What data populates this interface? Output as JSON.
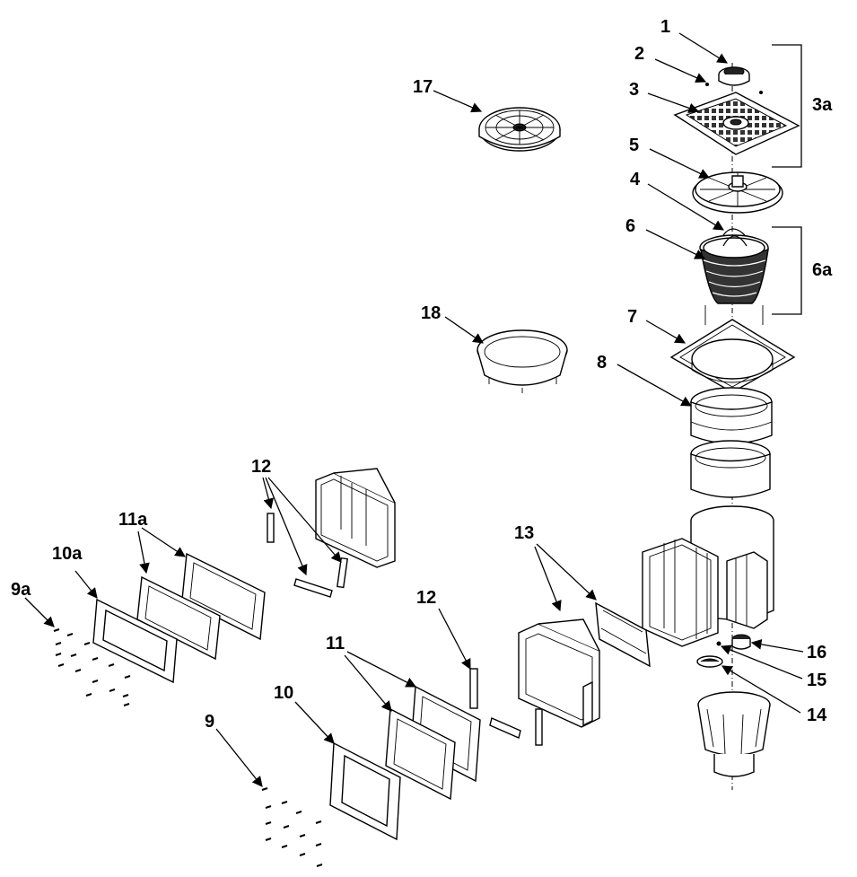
{
  "callouts": {
    "c1": "1",
    "c2": "2",
    "c3": "3",
    "c3a": "3a",
    "c4": "4",
    "c5": "5",
    "c6": "6",
    "c6a": "6a",
    "c7": "7",
    "c8": "8",
    "c9": "9",
    "c9a": "9a",
    "c10": "10",
    "c10a": "10a",
    "c11": "11",
    "c11a": "11a",
    "c12a": "12",
    "c12b": "12",
    "c13": "13",
    "c14": "14",
    "c15": "15",
    "c16": "16",
    "c17": "17",
    "c18": "18"
  }
}
